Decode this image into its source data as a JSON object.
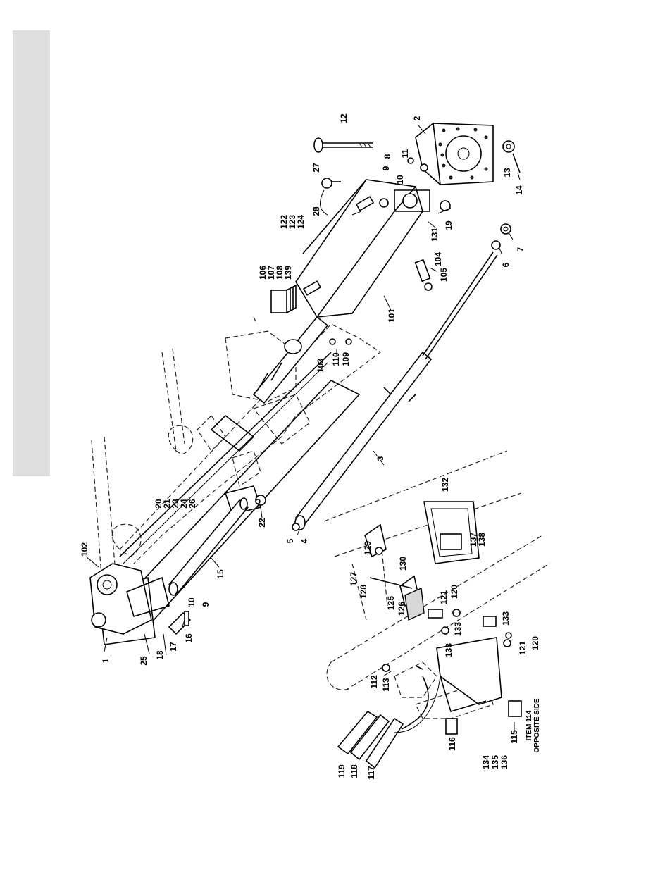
{
  "note": {
    "line1": "ITEM 114",
    "line2": "OPPOSITE SIDE"
  },
  "labels": {
    "l1": "1",
    "l2": "2",
    "l3": "3",
    "l4": "4",
    "l5": "5",
    "l6": "6",
    "l7": "7",
    "l8": "8",
    "l9a": "9",
    "l9b": "9",
    "l10a": "10",
    "l10b": "10",
    "l11": "11",
    "l12": "12",
    "l13": "13",
    "l14": "14",
    "l15": "15",
    "l16": "16",
    "l17": "17",
    "l18": "18",
    "l19": "19",
    "l20": "20",
    "l21": "21",
    "l22": "22",
    "l23": "23",
    "l24": "24",
    "l25": "25",
    "l26": "26",
    "l27": "27",
    "l28": "28",
    "l101": "101",
    "l102": "102",
    "l103": "103",
    "l104": "104",
    "l105": "105",
    "l106": "106",
    "l107": "107",
    "l108": "108",
    "l109": "109",
    "l110": "110",
    "l112": "112",
    "l113": "113",
    "l115": "115",
    "l116": "116",
    "l117": "117",
    "l118": "118",
    "l119": "119",
    "l120a": "120",
    "l120b": "120",
    "l121a": "121",
    "l121b": "121",
    "l122": "122",
    "l123": "123",
    "l124": "124",
    "l125": "125",
    "l126": "126",
    "l127": "127",
    "l128": "128",
    "l129": "129",
    "l130": "130",
    "l131": "131",
    "l132": "132",
    "l133a": "133",
    "l133b": "133",
    "l133c": "133",
    "l134": "134",
    "l135": "135",
    "l136": "136",
    "l137": "137",
    "l138": "138",
    "l139": "139"
  }
}
